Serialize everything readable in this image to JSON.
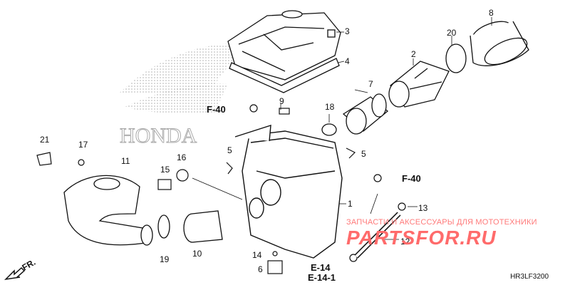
{
  "parts": [
    {
      "id": "p1",
      "num": "1"
    },
    {
      "id": "p2",
      "num": "2"
    },
    {
      "id": "p3",
      "num": "3"
    },
    {
      "id": "p4",
      "num": "4"
    },
    {
      "id": "p5a",
      "num": "5"
    },
    {
      "id": "p5b",
      "num": "5"
    },
    {
      "id": "p6",
      "num": "6"
    },
    {
      "id": "p7",
      "num": "7"
    },
    {
      "id": "p8",
      "num": "8"
    },
    {
      "id": "p9",
      "num": "9"
    },
    {
      "id": "p10",
      "num": "10"
    },
    {
      "id": "p11",
      "num": "11"
    },
    {
      "id": "p12",
      "num": "12"
    },
    {
      "id": "p13",
      "num": "13"
    },
    {
      "id": "p14",
      "num": "14"
    },
    {
      "id": "p15",
      "num": "15"
    },
    {
      "id": "p16",
      "num": "16"
    },
    {
      "id": "p17",
      "num": "17"
    },
    {
      "id": "p18",
      "num": "18"
    },
    {
      "id": "p19",
      "num": "19"
    },
    {
      "id": "p20",
      "num": "20"
    },
    {
      "id": "p21",
      "num": "21"
    }
  ],
  "refs": {
    "f40_left": "F-40",
    "f40_right": "F-40",
    "e14": "E-14",
    "e14_1": "E-14-1"
  },
  "logo_text": "HONDA",
  "watermark": {
    "line1": "ЗАПЧАСТИ И АКСЕССУАРЫ ДЛЯ МОТОТЕХНИКИ",
    "line2": "PARTSFOR.RU"
  },
  "diagram_code": "HR3LF3200",
  "direction_label": "FR."
}
